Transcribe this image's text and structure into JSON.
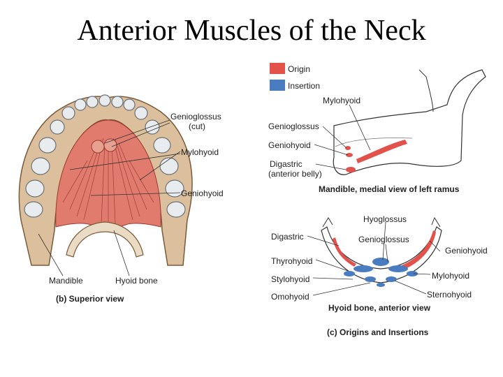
{
  "title": "Anterior Muscles of the Neck",
  "colors": {
    "origin": "#e2524a",
    "insertion": "#4a7cc0",
    "muscle": "#e07b6e",
    "bone": "#d9bd9a"
  },
  "legend": {
    "origin": "Origin",
    "insertion": "Insertion"
  },
  "panel_b": {
    "labels": {
      "genioglossus": "Genioglossus",
      "genioglossus_cut": "(cut)",
      "mylohyoid": "Mylohyoid",
      "geniohyoid": "Geniohyoid",
      "mandible": "Mandible",
      "hyoid_bone": "Hyoid bone"
    },
    "caption": "(b) Superior view"
  },
  "panel_mandible": {
    "labels": {
      "mylohyoid": "Mylohyoid",
      "genioglossus": "Genioglossus",
      "geniohyoid": "Geniohyoid",
      "digastric": "Digastric",
      "digastric_sub": "(anterior belly)"
    },
    "caption": "Mandible, medial view of left ramus"
  },
  "panel_hyoid": {
    "labels": {
      "hyoglossus": "Hyoglossus",
      "genioglossus": "Genioglossus",
      "digastric": "Digastric",
      "geniohyoid": "Geniohyoid",
      "thyrohyoid": "Thyrohyoid",
      "mylohyoid": "Mylohyoid",
      "stylohyoid": "Stylohyoid",
      "sternohyoid": "Sternohyoid",
      "omohyoid": "Omohyoid"
    },
    "caption": "Hyoid bone, anterior view"
  },
  "panel_c_caption": "(c) Origins and Insertions"
}
